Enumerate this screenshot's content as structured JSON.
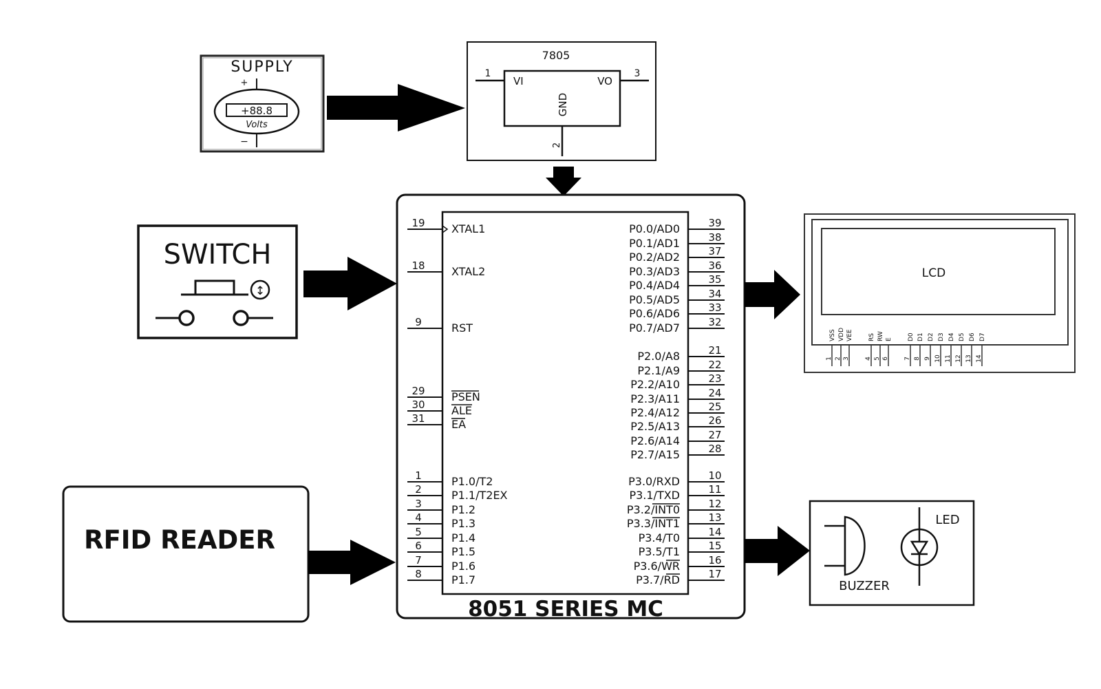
{
  "supply": {
    "title": "SUPPLY",
    "plus": "+",
    "minus": "−",
    "reading": "+88.8",
    "unit": "Volts"
  },
  "regulator": {
    "part": "7805",
    "pin_in_num": "1",
    "pin_in_name": "VI",
    "pin_out_num": "3",
    "pin_out_name": "VO",
    "pin_gnd_num": "2",
    "pin_gnd_name": "GND"
  },
  "switch": {
    "title": "SWITCH",
    "symbol": "↕"
  },
  "rfid": {
    "title": "RFID READER"
  },
  "mcu": {
    "title": "8051 SERIES MC",
    "left_pins": [
      {
        "num": "19",
        "name": "XTAL1"
      },
      {
        "num": "18",
        "name": "XTAL2"
      },
      {
        "num": "9",
        "name": "RST"
      },
      {
        "num": "29",
        "name": "PSEN"
      },
      {
        "num": "30",
        "name": "ALE"
      },
      {
        "num": "31",
        "name": "EA"
      },
      {
        "num": "1",
        "name": "P1.0/T2"
      },
      {
        "num": "2",
        "name": "P1.1/T2EX"
      },
      {
        "num": "3",
        "name": "P1.2"
      },
      {
        "num": "4",
        "name": "P1.3"
      },
      {
        "num": "5",
        "name": "P1.4"
      },
      {
        "num": "6",
        "name": "P1.5"
      },
      {
        "num": "7",
        "name": "P1.6"
      },
      {
        "num": "8",
        "name": "P1.7"
      }
    ],
    "right_pins": [
      {
        "num": "39",
        "name": "P0.0/AD0"
      },
      {
        "num": "38",
        "name": "P0.1/AD1"
      },
      {
        "num": "37",
        "name": "P0.2/AD2"
      },
      {
        "num": "36",
        "name": "P0.3/AD3"
      },
      {
        "num": "35",
        "name": "P0.4/AD4"
      },
      {
        "num": "34",
        "name": "P0.5/AD5"
      },
      {
        "num": "33",
        "name": "P0.6/AD6"
      },
      {
        "num": "32",
        "name": "P0.7/AD7"
      },
      {
        "num": "21",
        "name": "P2.0/A8"
      },
      {
        "num": "22",
        "name": "P2.1/A9"
      },
      {
        "num": "23",
        "name": "P2.2/A10"
      },
      {
        "num": "24",
        "name": "P2.3/A11"
      },
      {
        "num": "25",
        "name": "P2.4/A12"
      },
      {
        "num": "26",
        "name": "P2.5/A13"
      },
      {
        "num": "27",
        "name": "P2.6/A14"
      },
      {
        "num": "28",
        "name": "P2.7/A15"
      },
      {
        "num": "10",
        "name": "P3.0/RXD"
      },
      {
        "num": "11",
        "name": "P3.1/TXD"
      },
      {
        "num": "12",
        "name": "P3.2/INT0"
      },
      {
        "num": "13",
        "name": "P3.3/INT1"
      },
      {
        "num": "14",
        "name": "P3.4/T0"
      },
      {
        "num": "15",
        "name": "P3.5/T1"
      },
      {
        "num": "16",
        "name": "P3.6/WR"
      },
      {
        "num": "17",
        "name": "P3.7/RD"
      }
    ]
  },
  "lcd": {
    "title": "LCD",
    "pins": [
      {
        "num": "1",
        "name": "VSS"
      },
      {
        "num": "2",
        "name": "VDD"
      },
      {
        "num": "3",
        "name": "VEE"
      },
      {
        "num": "4",
        "name": "RS"
      },
      {
        "num": "5",
        "name": "RW"
      },
      {
        "num": "6",
        "name": "E"
      },
      {
        "num": "7",
        "name": "D0"
      },
      {
        "num": "8",
        "name": "D1"
      },
      {
        "num": "9",
        "name": "D2"
      },
      {
        "num": "10",
        "name": "D3"
      },
      {
        "num": "11",
        "name": "D4"
      },
      {
        "num": "12",
        "name": "D5"
      },
      {
        "num": "13",
        "name": "D6"
      },
      {
        "num": "14",
        "name": "D7"
      }
    ]
  },
  "output": {
    "buzzer": "BUZZER",
    "led": "LED"
  }
}
